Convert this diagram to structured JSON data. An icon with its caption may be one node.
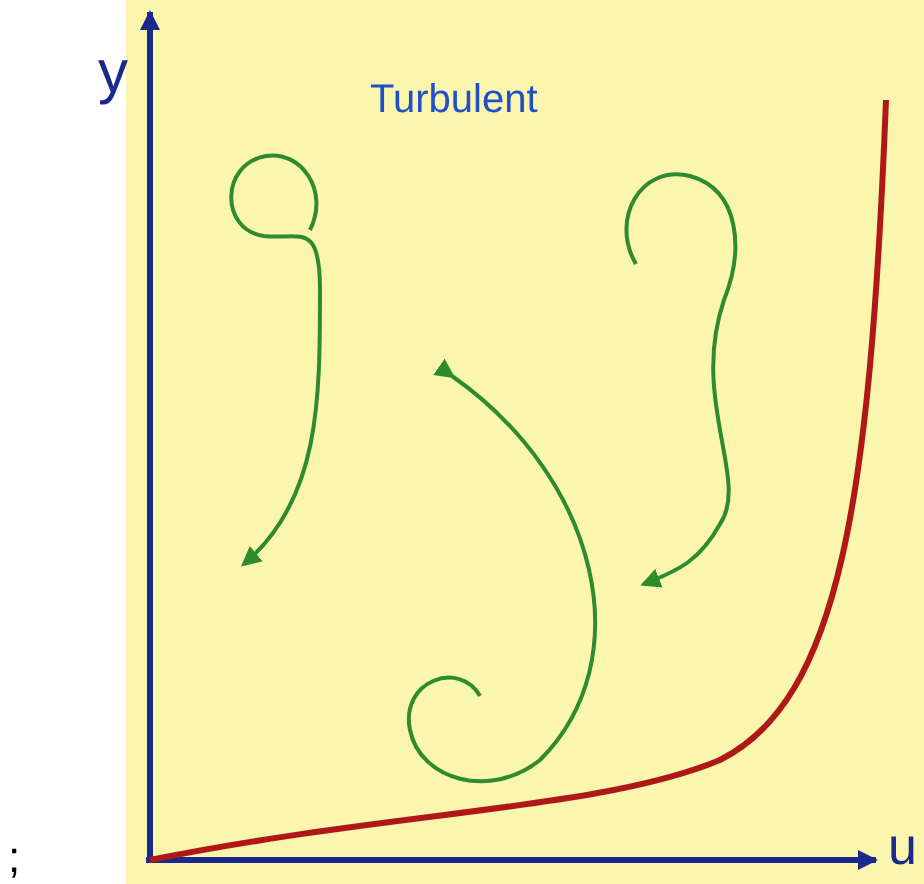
{
  "diagram": {
    "labels": [
      "y",
      "Turbulent",
      ";",
      "u"
    ]
  }
}
